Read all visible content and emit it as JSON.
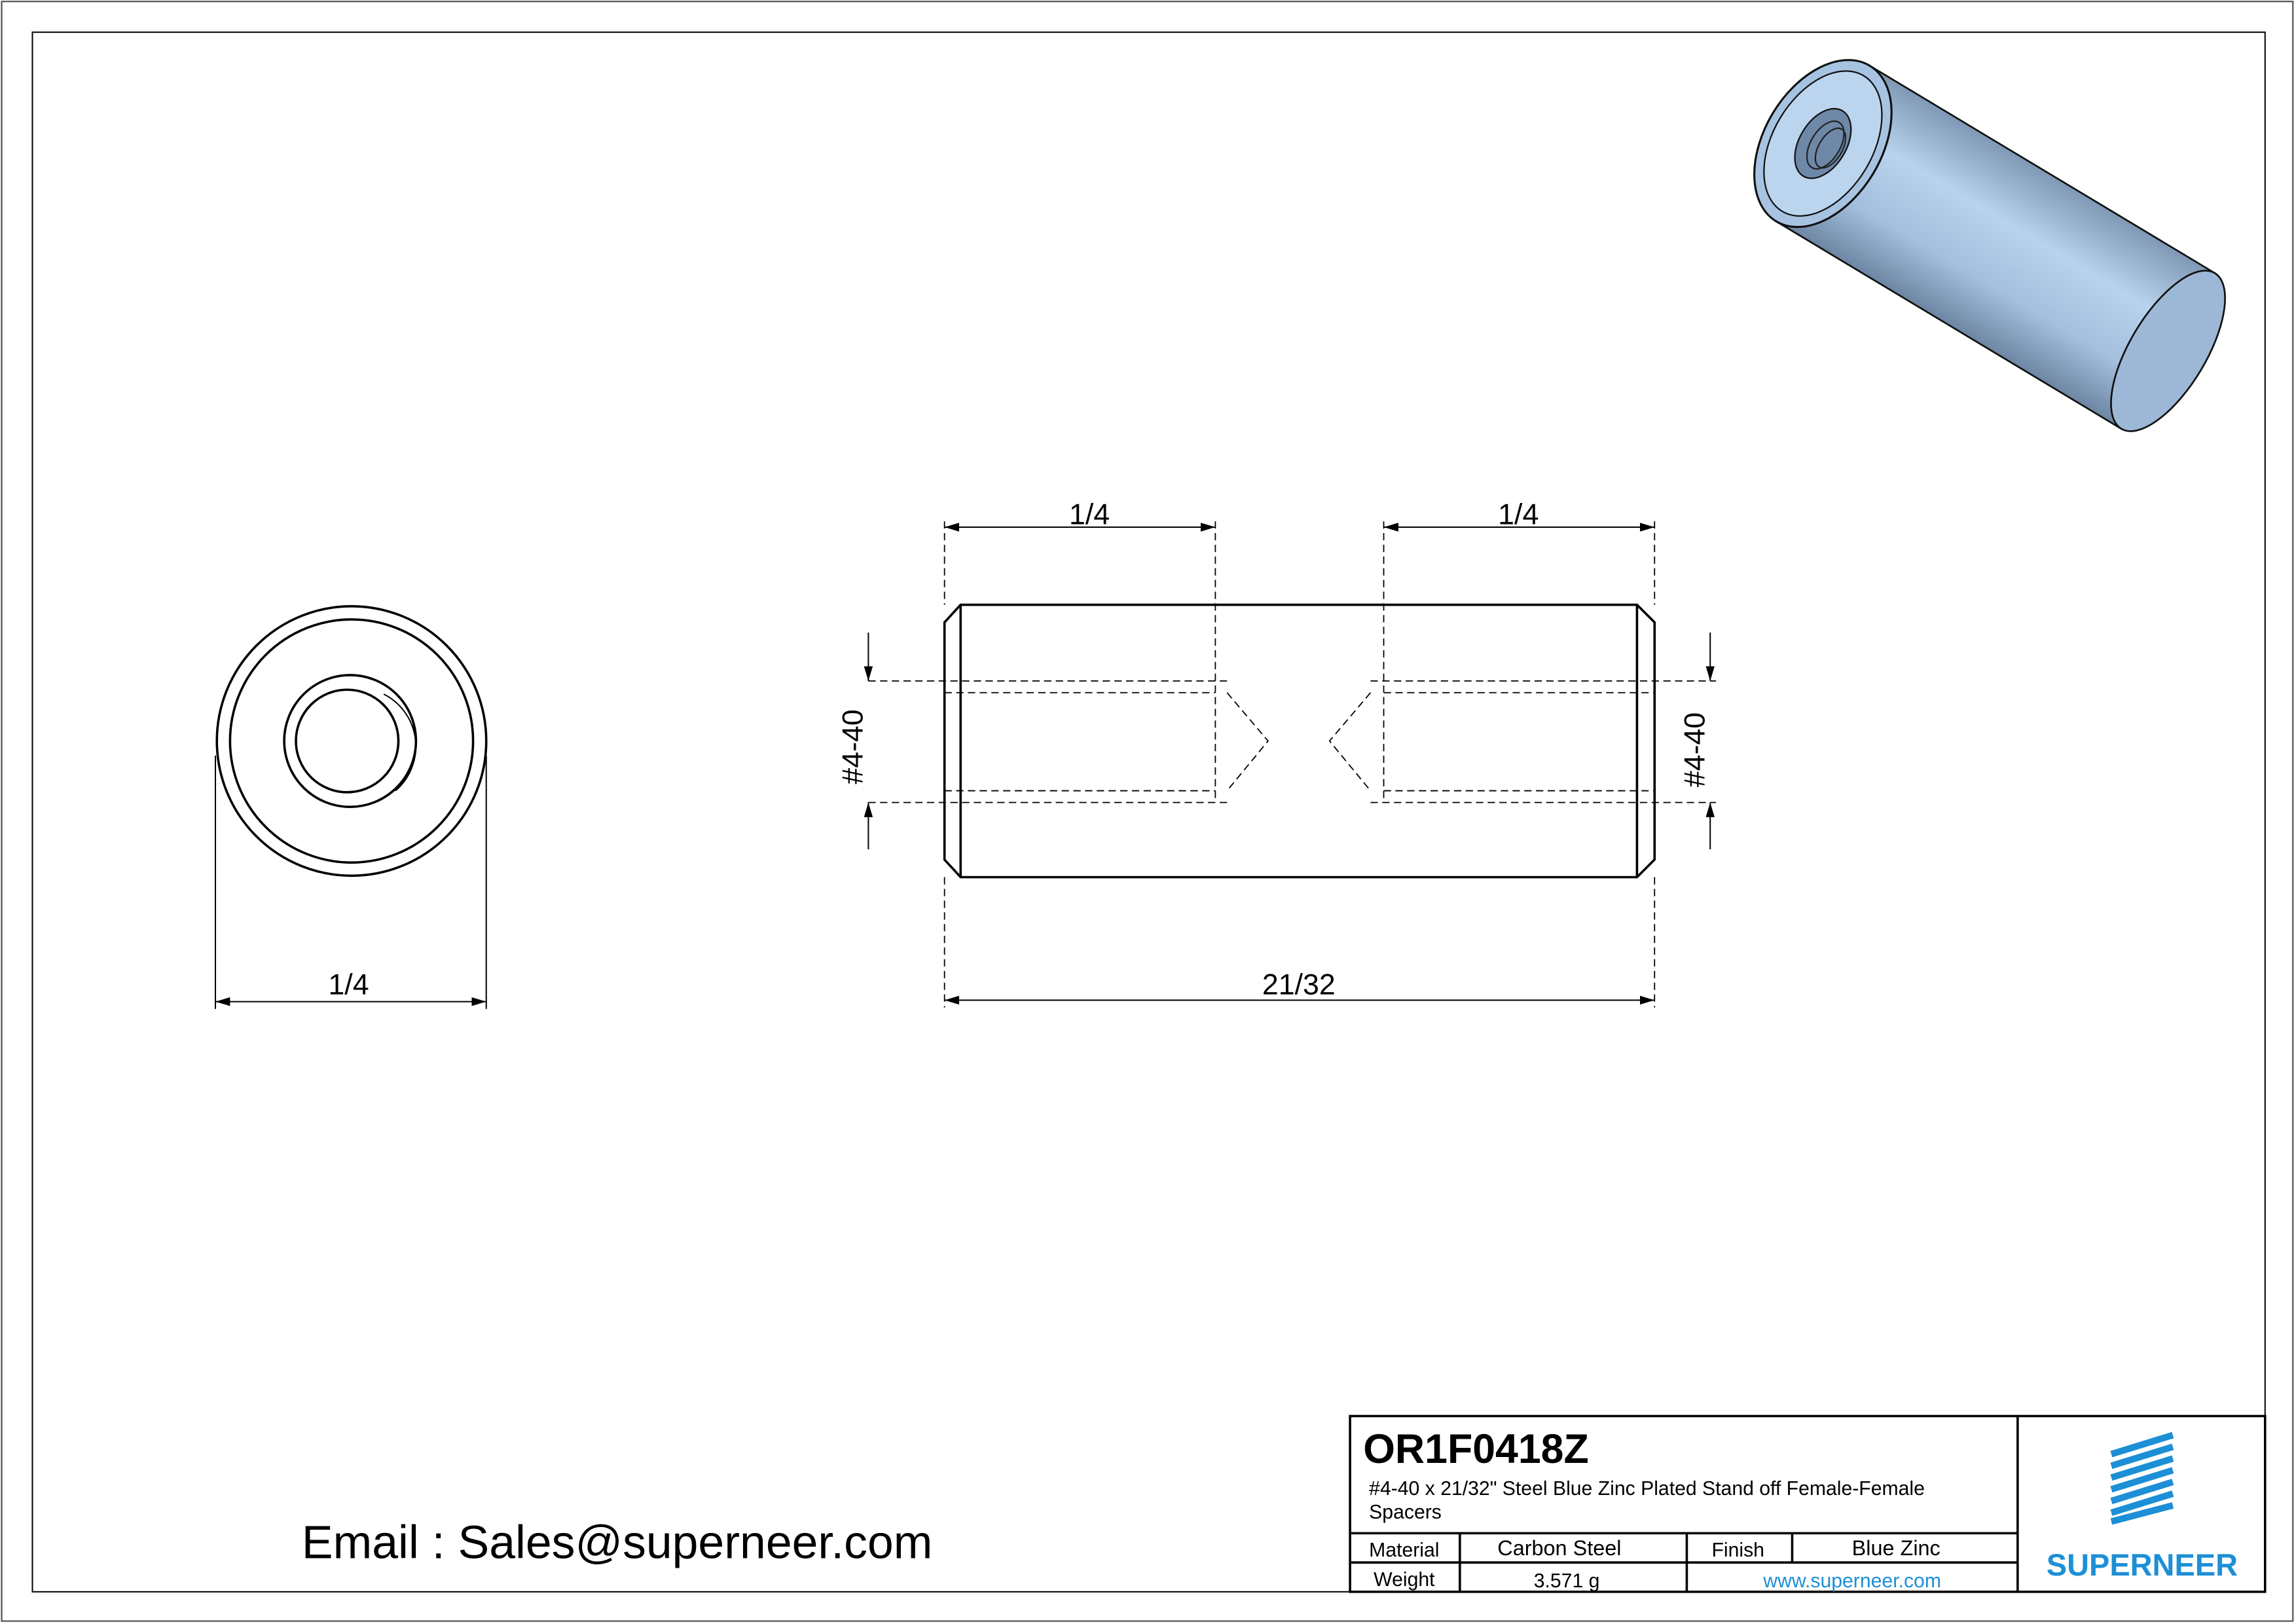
{
  "drawing": {
    "front_view_dim": "1/4",
    "side_left_depth_dim": "1/4",
    "side_right_depth_dim": "1/4",
    "overall_length_dim": "21/32",
    "left_thread_dim": "#4-40",
    "right_thread_dim": "#4-40",
    "email": "Email : Sales@superneer.com"
  },
  "title_block": {
    "part_number": "OR1F0418Z",
    "description_line1": "#4-40 x 21/32\" Steel Blue Zinc Plated Stand off  Female-Female",
    "description_line2": "Spacers",
    "material_label": "Material",
    "material_value": "Carbon Steel",
    "finish_label": "Finish",
    "finish_value": "Blue Zinc",
    "weight_label": "Weight",
    "weight_value": "3.571 g",
    "website": "www.superneer.com",
    "brand": "SUPERNEER"
  },
  "colors": {
    "brand": "#1d8fd6",
    "part_3d": "#a9c4e0"
  }
}
